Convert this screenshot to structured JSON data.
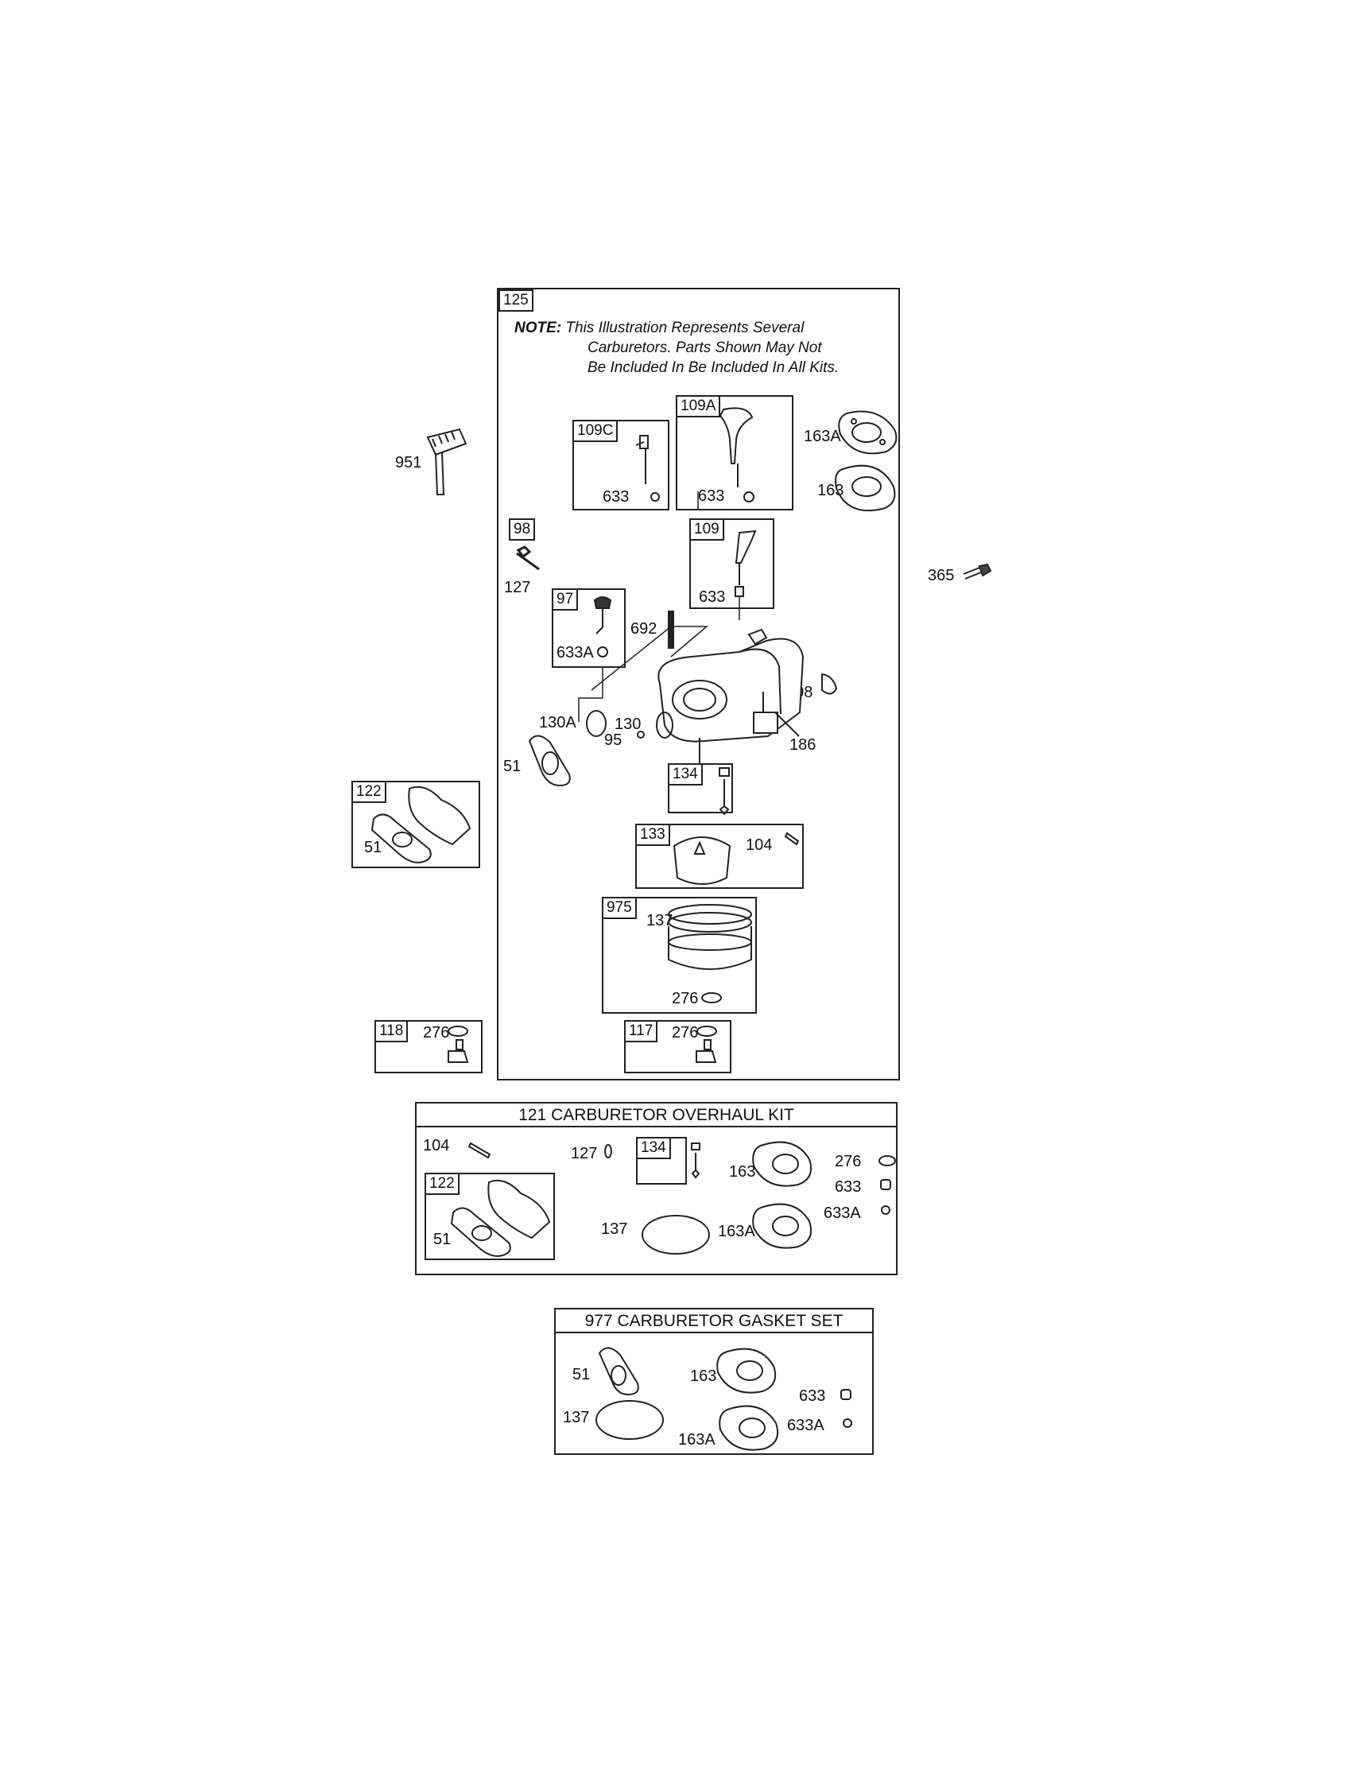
{
  "main_kit": {
    "number": "125",
    "note_lead": "NOTE:",
    "note_line1": "This Illustration Represents Several",
    "note_line2": "Carburetors. Parts Shown May Not",
    "note_line3": "Be Included In Be Included In All Kits."
  },
  "callouts": {
    "p951": "951",
    "p365": "365",
    "p109c": "109C",
    "p109c_633": "633",
    "p109a": "109A",
    "p109a_633": "633",
    "p163a": "163A",
    "p163": "163",
    "p98": "98",
    "p127": "127",
    "p109": "109",
    "p109_633": "633",
    "p97": "97",
    "p97_633a": "633A",
    "p692": "692",
    "p108": "108",
    "p130a": "130A",
    "p130": "130",
    "p95": "95",
    "p186": "186",
    "p51": "51",
    "p134": "134",
    "p133": "133",
    "p104": "104",
    "p975": "975",
    "p137": "137",
    "p975_276": "276",
    "p117": "117",
    "p117_276": "276",
    "p122": "122",
    "p122_51": "51",
    "p118": "118",
    "p118_276": "276"
  },
  "overhaul_kit": {
    "title": "121 CARBURETOR OVERHAUL KIT",
    "p104": "104",
    "p127": "127",
    "p134": "134",
    "p163": "163",
    "p276": "276",
    "p633": "633",
    "p633a": "633A",
    "p122": "122",
    "p51": "51",
    "p137": "137",
    "p163a": "163A"
  },
  "gasket_set": {
    "title": "977 CARBURETOR GASKET SET",
    "p51": "51",
    "p163": "163",
    "p633": "633",
    "p137": "137",
    "p163a": "163A",
    "p633a": "633A"
  }
}
